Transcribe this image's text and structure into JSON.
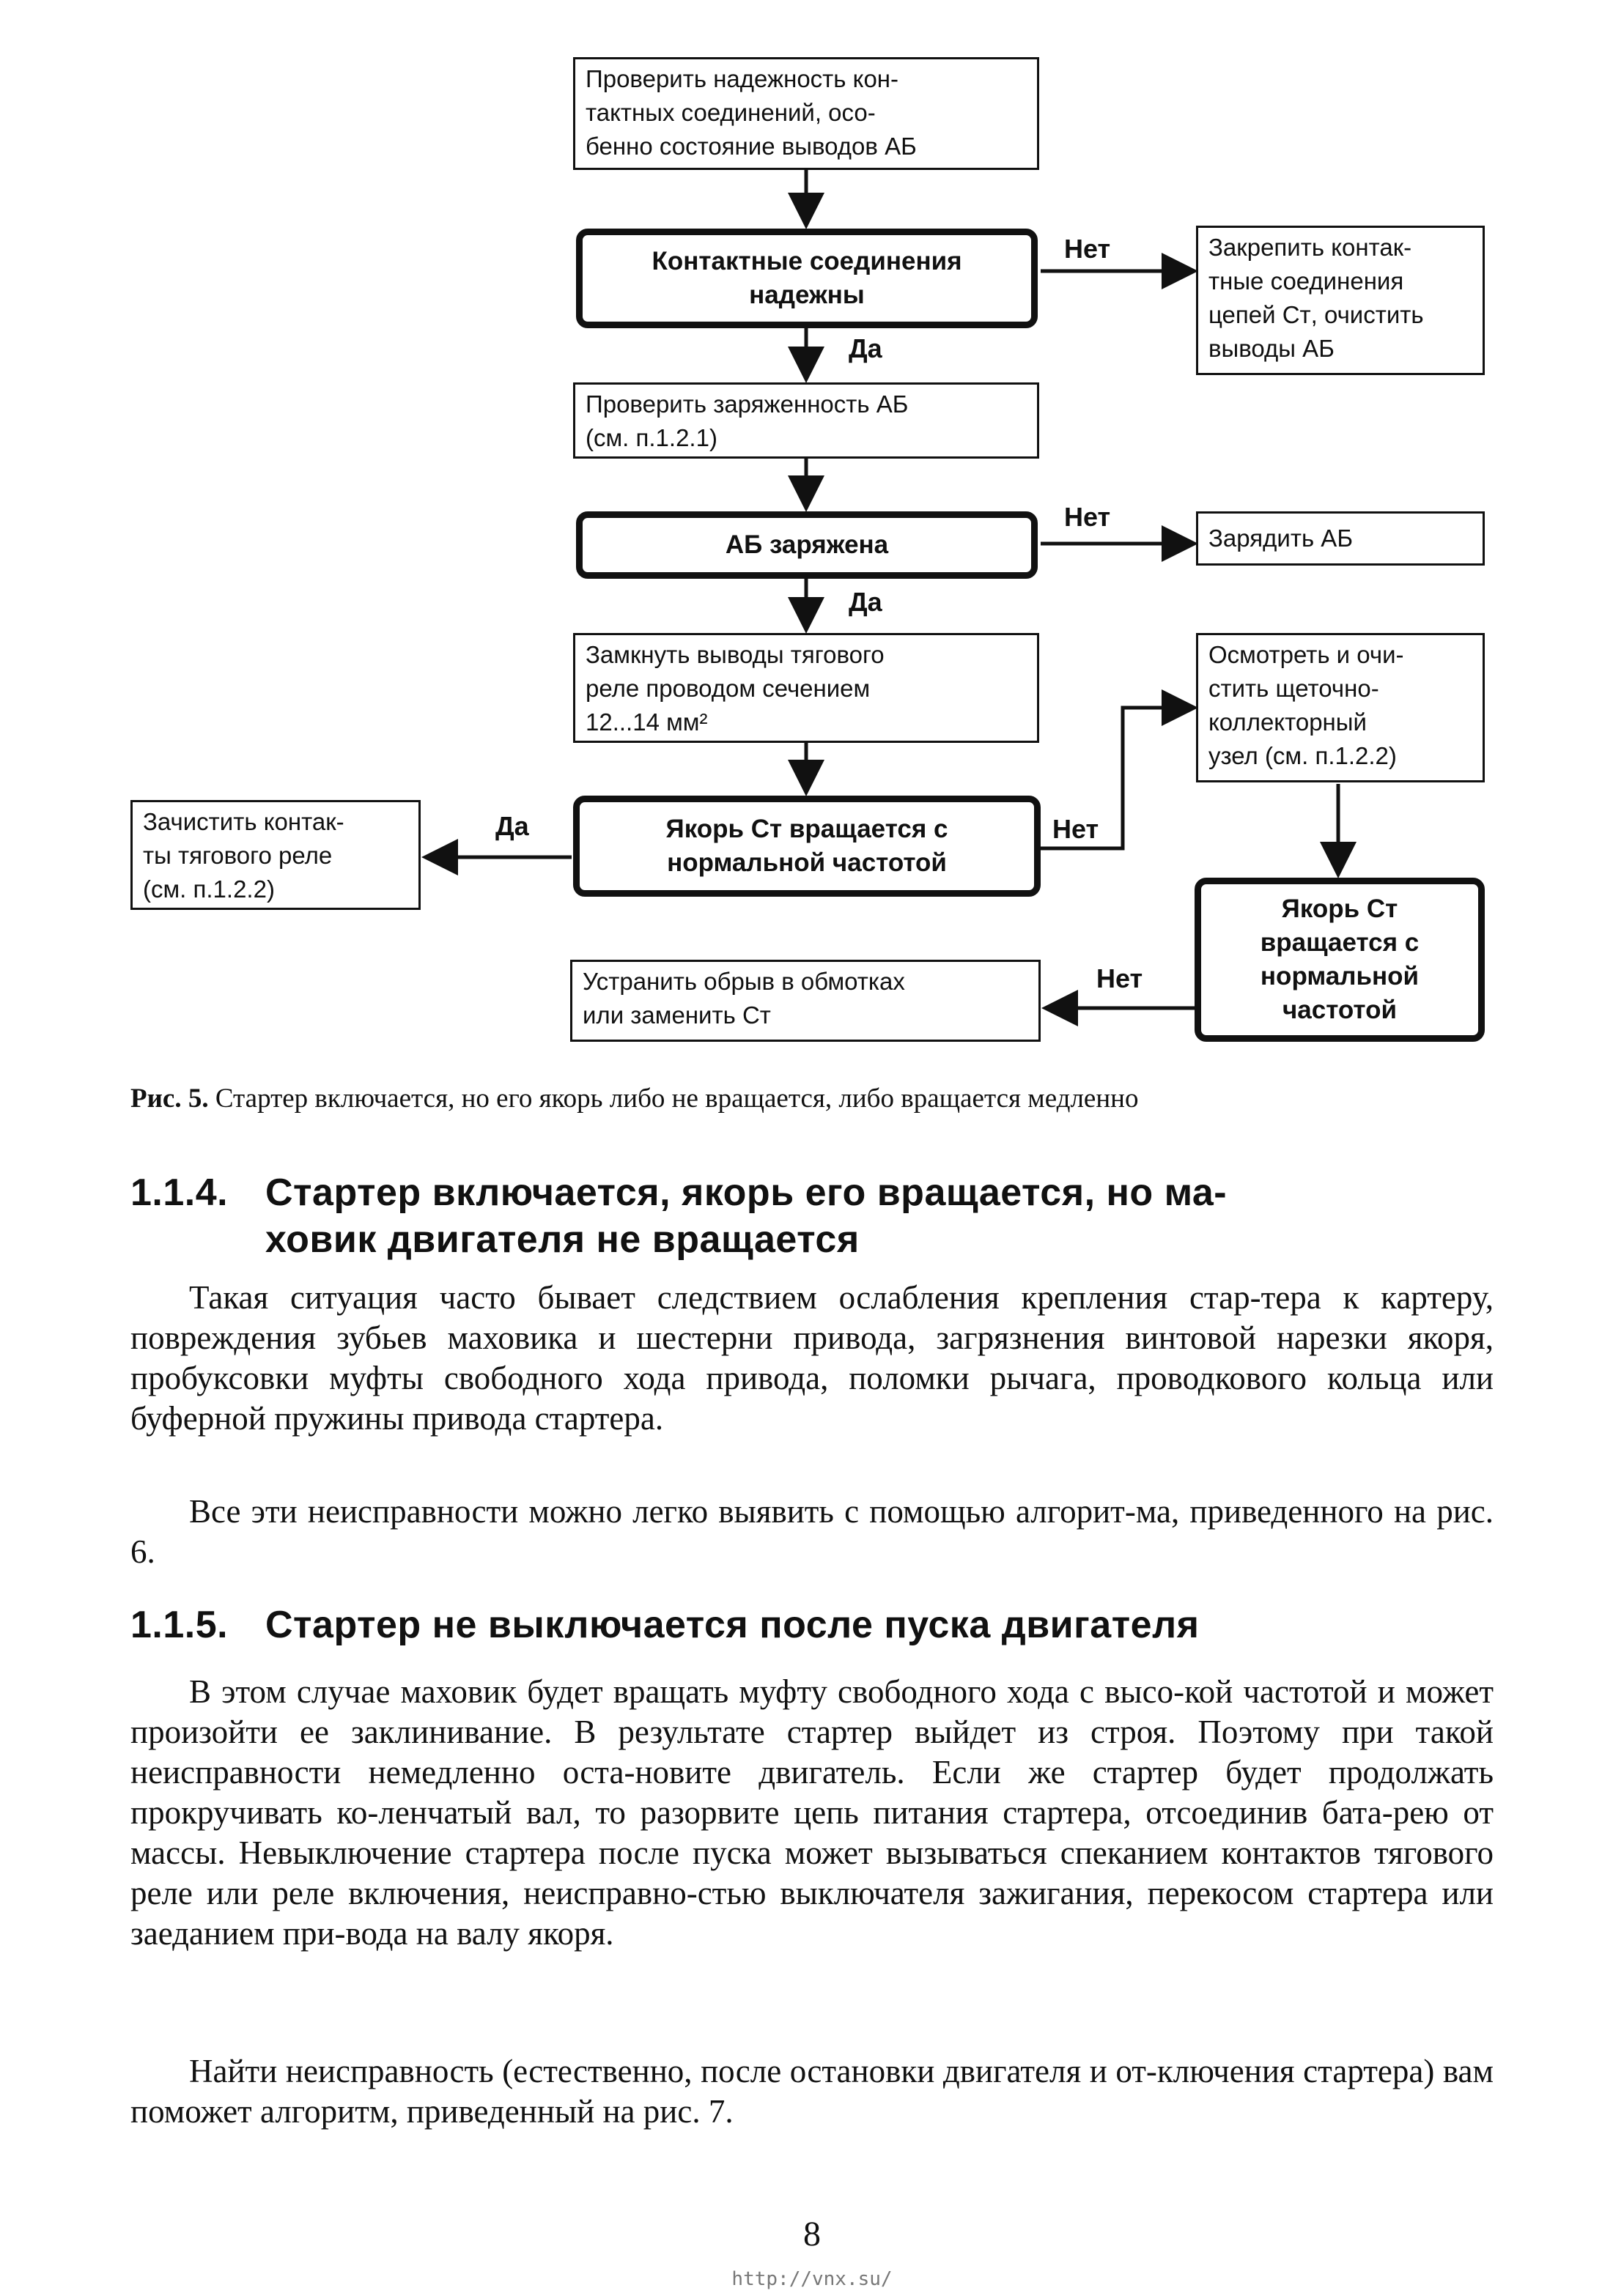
{
  "flowchart": {
    "box_check_contacts": "Проверить надежность кон-\nтактных соединений, осо-\nбенно состояние выводов АБ",
    "dec_contacts": "Контактные соединения\nнадежны",
    "box_fix_contacts": "Закрепить контак-\nтные соединения\nцепей Сᴛ, очистить\nвыводы АБ",
    "box_check_charge": "Проверить заряженность АБ\n(см. п.1.2.1)",
    "dec_charged": "АБ заряжена",
    "box_charge": "Зарядить  АБ",
    "box_short_terminals": "Замкнуть выводы тягового\nреле проводом сечением\n12...14 мм²",
    "box_inspect_brushes": "Осмотреть и очи-\nстить щеточно-\nколлекторный\nузел (см. п.1.2.2)",
    "box_clean_relay": "Зачистить контак-\nты тягового реле\n(см. п.1.2.2)",
    "dec_armature": "Якорь Сᴛ вращается с\nнормальной частотой",
    "dec_armature2": "Якорь Сᴛ\nвращается с\nнормальной\nчастотой",
    "box_fix_winding": "Устранить обрыв в обмотках\nили заменить Сᴛ",
    "lbl_no": "Нет",
    "lbl_yes": "Да"
  },
  "caption": {
    "label": "Рис. 5.",
    "text": " Стартер включается, но его якорь либо не вращается, либо вращается медленно"
  },
  "section_114": {
    "number": "1.1.4.",
    "title": "Стартер включается, якорь его вращается, но ма-\nховик двигателя не вращается",
    "p1": "Такая ситуация часто бывает следствием ослабления крепления стар-тера к картеру, повреждения зубьев маховика и шестерни привода, загрязнения винтовой нарезки якоря, пробуксовки муфты свободного хода привода, поломки рычага, проводкового кольца или буферной пружины привода стартера.",
    "p2": "Все эти неисправности можно легко выявить с помощью алгорит-ма, приведенного на рис. 6."
  },
  "section_115": {
    "number": "1.1.5.",
    "title": "Стартер не выключается после пуска двигателя",
    "p1": "В этом случае маховик будет вращать муфту свободного хода с высо-кой частотой и может произойти ее заклинивание. В результате стартер выйдет из строя. Поэтому при такой неисправности немедленно оста-новите двигатель. Если же стартер будет продолжать прокручивать ко-ленчатый вал, то разорвите цепь питания стартера, отсоединив бата-рею от массы. Невыключение стартера после пуска может вызываться спеканием контактов тягового реле или реле включения, неисправно-стью выключателя зажигания, перекосом стартера или заеданием при-вода на валу якоря.",
    "p2": "Найти неисправность (естественно, после остановки двигателя и от-ключения стартера) вам поможет алгоритм, приведенный на рис. 7."
  },
  "page_number": "8",
  "url": "http://vnx.su/"
}
